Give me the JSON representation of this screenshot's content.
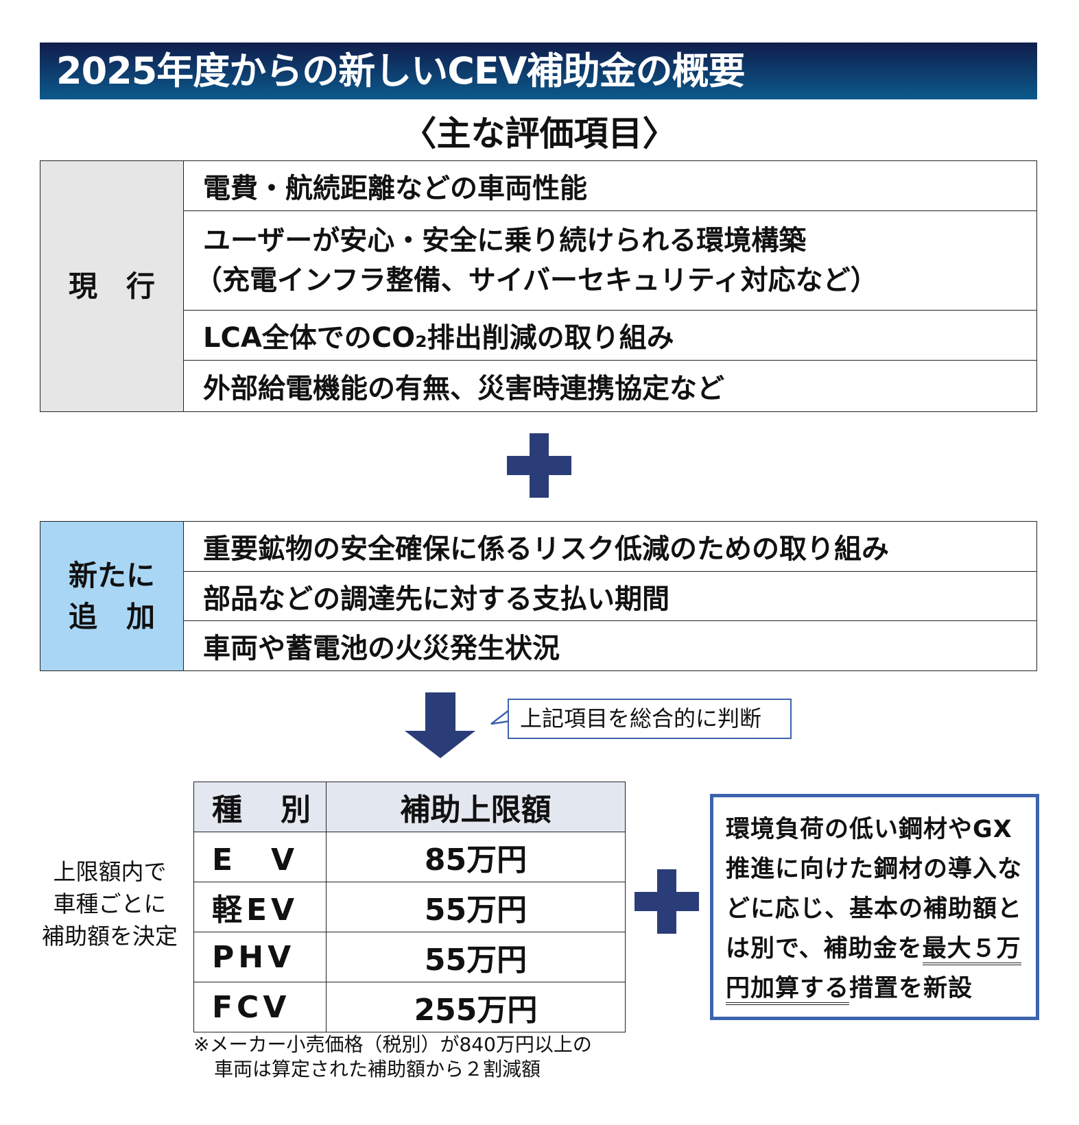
{
  "title": "2025年度からの新しいCEV補助金の概要",
  "subtitle": "〈主な評価項目〉",
  "current": {
    "label": "現　行",
    "items": [
      "電費・航続距離などの車両性能",
      "ユーザーが安心・安全に乗り続けられる環境構築",
      "（充電インフラ整備、サイバーセキュリティ対応など）",
      "LCA全体でのCO₂排出削減の取り組み",
      "外部給電機能の有無、災害時連携協定など"
    ]
  },
  "added": {
    "label_line1": "新たに",
    "label_line2": "追　加",
    "items": [
      "重要鉱物の安全確保に係るリスク低減のための取り組み",
      "部品などの調達先に対する支払い期間",
      "車両や蓄電池の火災発生状況"
    ]
  },
  "callout": "上記項目を総合的に判断",
  "side_label": [
    "上限額内で",
    "車種ごとに",
    "補助額を決定"
  ],
  "subsidy_table": {
    "headers": [
      "種　別",
      "補助上限額"
    ],
    "rows": [
      [
        "E　V",
        "85万円"
      ],
      [
        "軽EV",
        "55万円"
      ],
      [
        "PHV",
        "55万円"
      ],
      [
        "FCV",
        "255万円"
      ]
    ]
  },
  "footnote": [
    "※メーカー小売価格（税別）が840万円以上の",
    "車両は算定された補助額から２割減額"
  ],
  "extra_box": {
    "text_before": "環境負荷の低い鋼材やGX推進に向けた鋼材の導入などに応じ、基本の補助額とは別で、補助金を",
    "underlined": "最大５万円加算する",
    "text_after": "措置を新設"
  },
  "colors": {
    "header_top": "#101d4c",
    "header_bottom": "#0c5a8c",
    "plus": "#2b3d78",
    "current_bg": "#e6e6e6",
    "added_bg": "#a9d6f5",
    "box_border": "#3c63ae"
  }
}
